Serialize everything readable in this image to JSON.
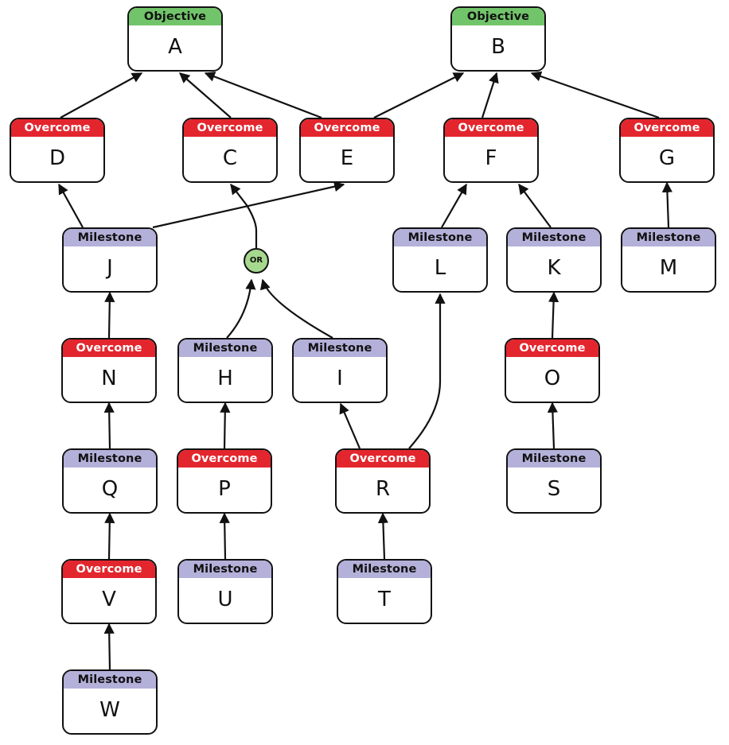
{
  "types": {
    "objective": {
      "header": "Objective",
      "color": "#72c46a"
    },
    "overcome": {
      "header": "Overcome",
      "color": "#e3262e"
    },
    "milestone": {
      "header": "Milestone",
      "color": "#b3b0d9"
    }
  },
  "gate": {
    "label": "OR",
    "color": "#a6d88d"
  },
  "nodes": [
    {
      "id": "A",
      "type": "objective",
      "label": "A"
    },
    {
      "id": "B",
      "type": "objective",
      "label": "B"
    },
    {
      "id": "D",
      "type": "overcome",
      "label": "D"
    },
    {
      "id": "C",
      "type": "overcome",
      "label": "C"
    },
    {
      "id": "E",
      "type": "overcome",
      "label": "E"
    },
    {
      "id": "F",
      "type": "overcome",
      "label": "F"
    },
    {
      "id": "G",
      "type": "overcome",
      "label": "G"
    },
    {
      "id": "J",
      "type": "milestone",
      "label": "J"
    },
    {
      "id": "L",
      "type": "milestone",
      "label": "L"
    },
    {
      "id": "K",
      "type": "milestone",
      "label": "K"
    },
    {
      "id": "M",
      "type": "milestone",
      "label": "M"
    },
    {
      "id": "N",
      "type": "overcome",
      "label": "N"
    },
    {
      "id": "H",
      "type": "milestone",
      "label": "H"
    },
    {
      "id": "I",
      "type": "milestone",
      "label": "I"
    },
    {
      "id": "O",
      "type": "overcome",
      "label": "O"
    },
    {
      "id": "Q",
      "type": "milestone",
      "label": "Q"
    },
    {
      "id": "P",
      "type": "overcome",
      "label": "P"
    },
    {
      "id": "R",
      "type": "overcome",
      "label": "R"
    },
    {
      "id": "S",
      "type": "milestone",
      "label": "S"
    },
    {
      "id": "V",
      "type": "overcome",
      "label": "V"
    },
    {
      "id": "U",
      "type": "milestone",
      "label": "U"
    },
    {
      "id": "T",
      "type": "milestone",
      "label": "T"
    },
    {
      "id": "W",
      "type": "milestone",
      "label": "W"
    }
  ],
  "edges": [
    {
      "from": "D",
      "to": "A"
    },
    {
      "from": "C",
      "to": "A"
    },
    {
      "from": "E",
      "to": "A"
    },
    {
      "from": "E",
      "to": "B"
    },
    {
      "from": "F",
      "to": "B"
    },
    {
      "from": "G",
      "to": "B"
    },
    {
      "from": "J",
      "to": "D"
    },
    {
      "from": "J",
      "to": "E"
    },
    {
      "from": "OR",
      "to": "C"
    },
    {
      "from": "L",
      "to": "F"
    },
    {
      "from": "K",
      "to": "F"
    },
    {
      "from": "M",
      "to": "G"
    },
    {
      "from": "H",
      "to": "OR"
    },
    {
      "from": "I",
      "to": "OR"
    },
    {
      "from": "N",
      "to": "J"
    },
    {
      "from": "R",
      "to": "L"
    },
    {
      "from": "O",
      "to": "K"
    },
    {
      "from": "P",
      "to": "H"
    },
    {
      "from": "R",
      "to": "I"
    },
    {
      "from": "Q",
      "to": "N"
    },
    {
      "from": "S",
      "to": "O"
    },
    {
      "from": "U",
      "to": "P"
    },
    {
      "from": "T",
      "to": "R"
    },
    {
      "from": "V",
      "to": "Q"
    },
    {
      "from": "W",
      "to": "V"
    }
  ]
}
